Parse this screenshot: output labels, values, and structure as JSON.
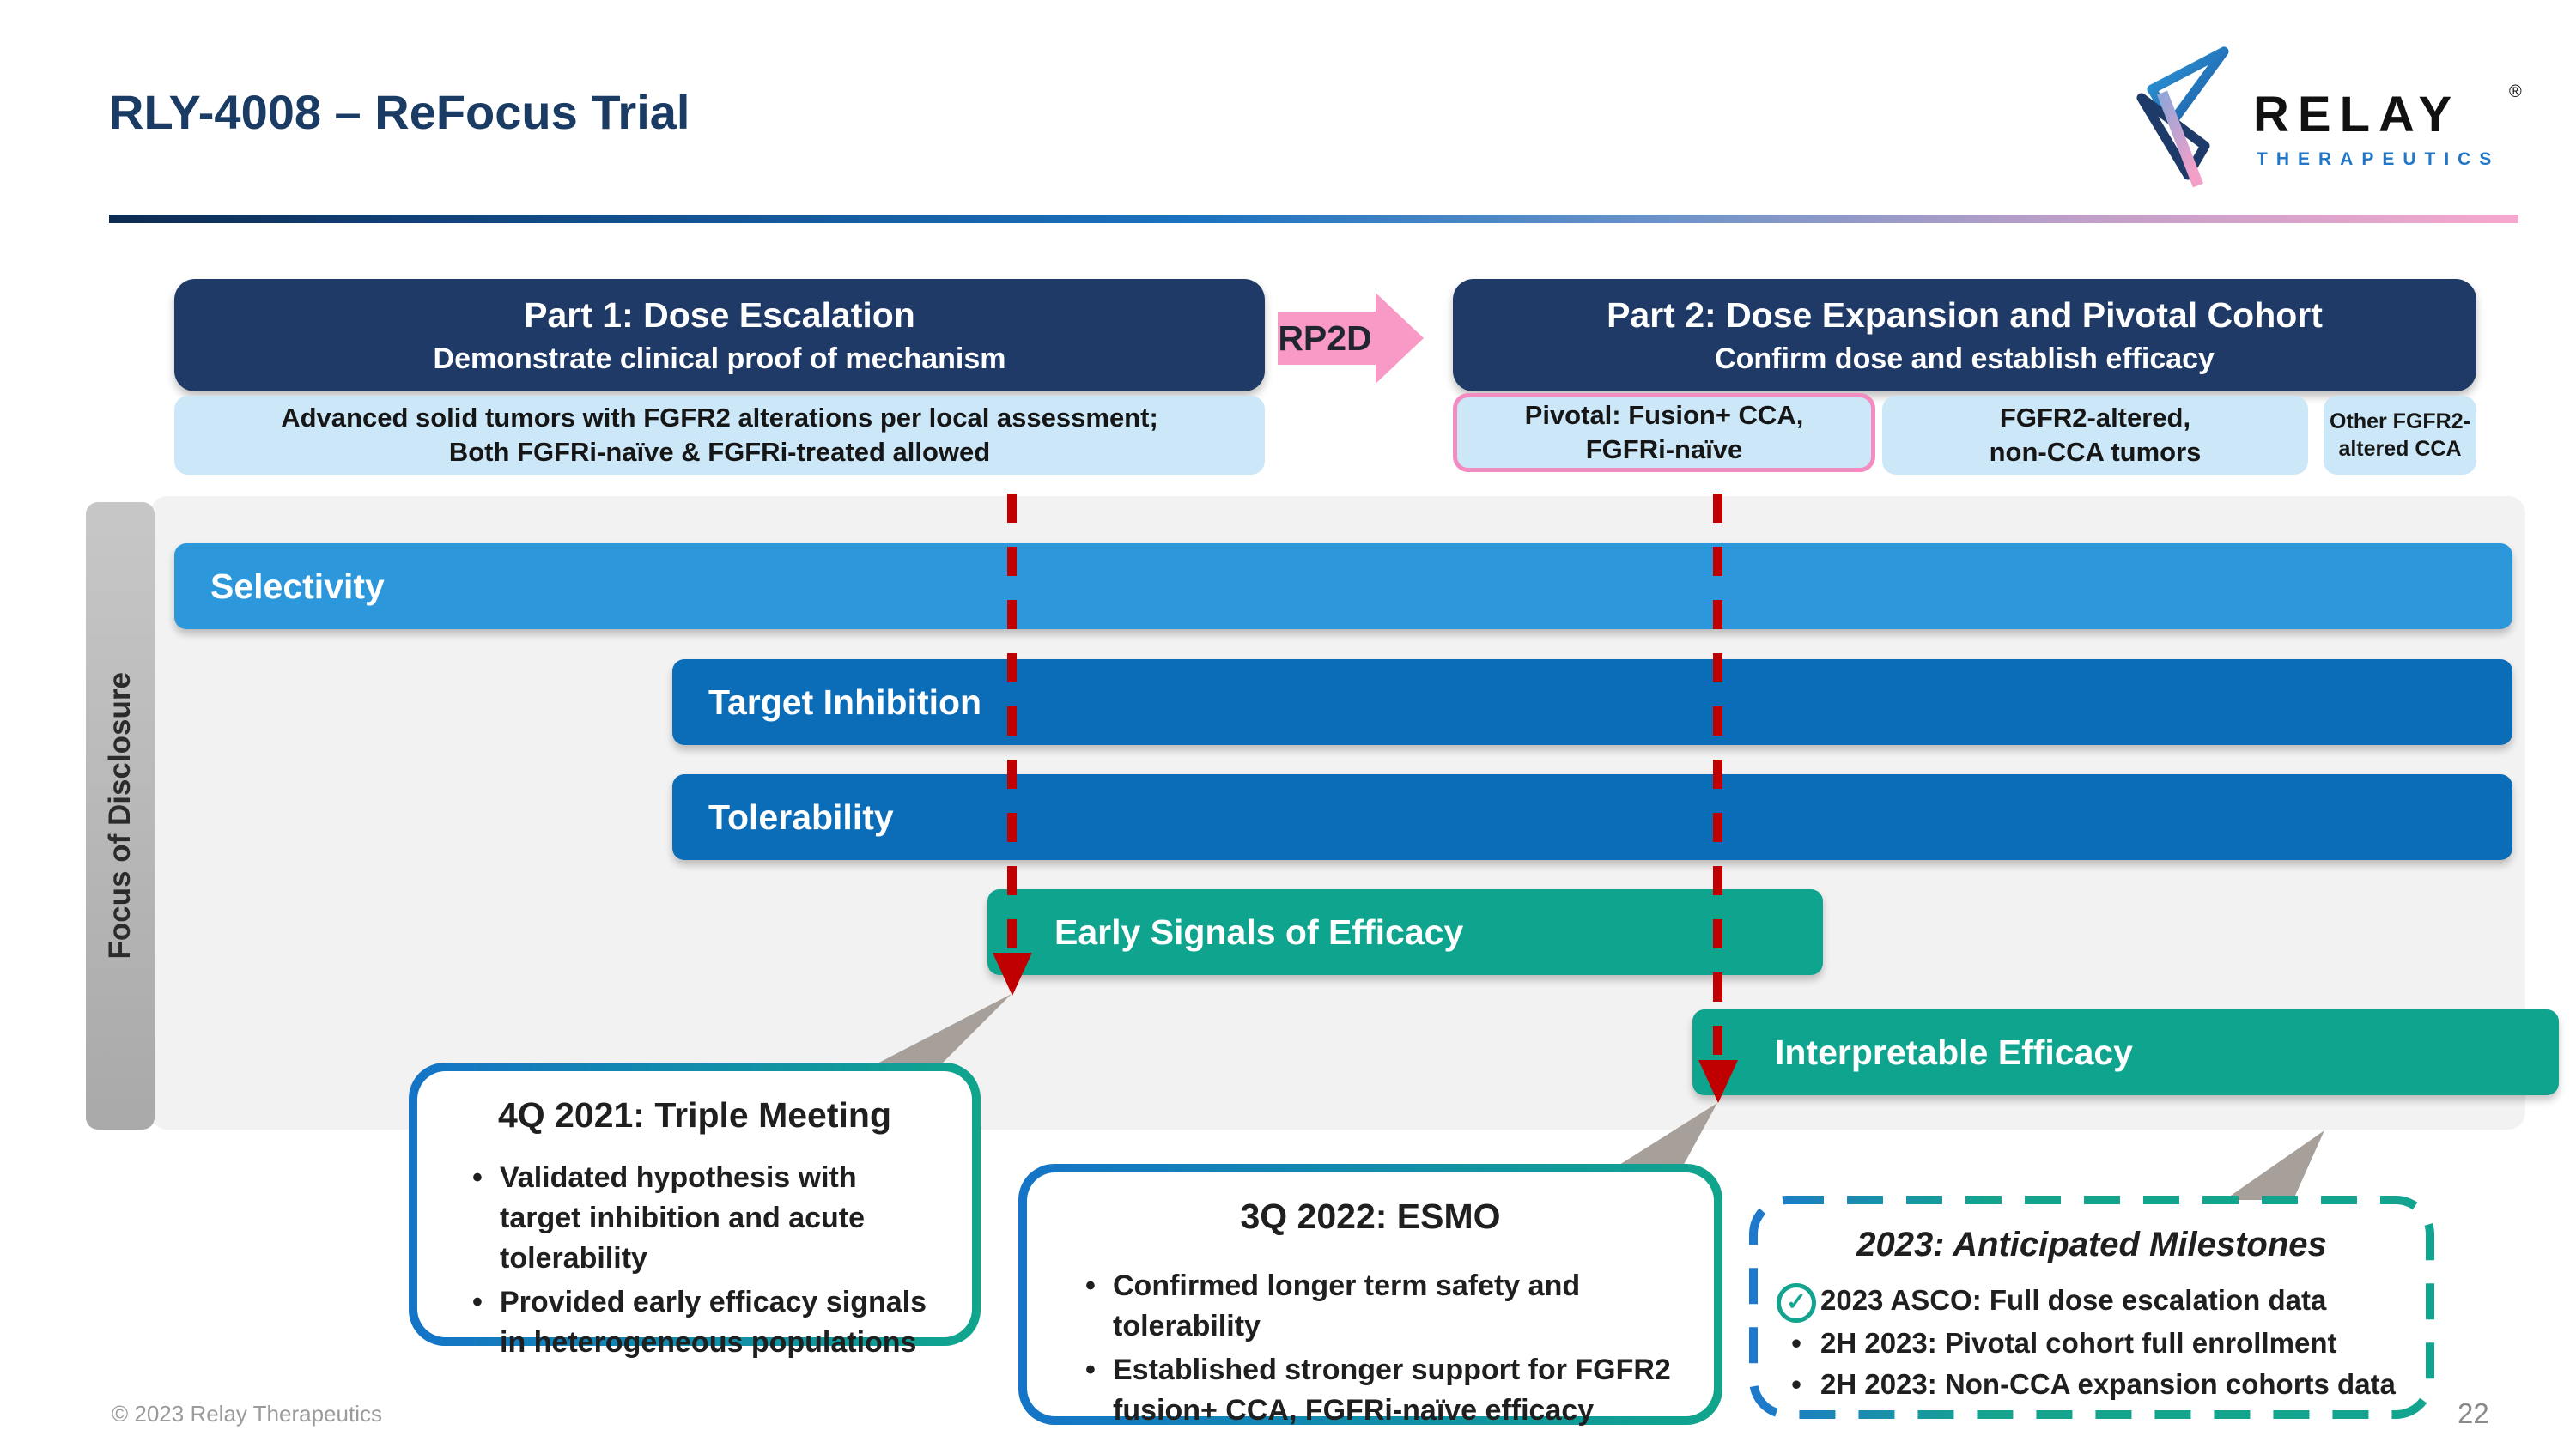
{
  "header": {
    "title": "RLY-4008 – ReFocus Trial"
  },
  "logo": {
    "brand": "RELAY",
    "reg": "®",
    "subbrand": "THERAPEUTICS"
  },
  "flow": {
    "part1": {
      "title": "Part 1: Dose Escalation",
      "subtitle": "Demonstrate clinical proof of mechanism",
      "population_line1": "Advanced solid tumors with FGFR2 alterations per local assessment;",
      "population_line2": "Both FGFRi-naïve & FGFRi-treated allowed"
    },
    "rp2d_label": "RP2D",
    "part2": {
      "title": "Part 2: Dose Expansion and Pivotal Cohort",
      "subtitle": "Confirm dose and establish efficacy",
      "cohort_pivotal_line1": "Pivotal: Fusion+ CCA,",
      "cohort_pivotal_line2": "FGFRi-naïve",
      "cohort_noncca_line1": "FGFR2-altered,",
      "cohort_noncca_line2": "non-CCA tumors",
      "cohort_other_line1": "Other FGFR2-",
      "cohort_other_line2": "altered CCA"
    }
  },
  "disclosure": {
    "axis_label": "Focus of Disclosure",
    "bars": [
      {
        "label": "Selectivity",
        "color": "#2D97DC"
      },
      {
        "label": "Target Inhibition",
        "color": "#0B6CB8"
      },
      {
        "label": "Tolerability",
        "color": "#0B6CB8"
      },
      {
        "label": "Early Signals of Efficacy",
        "color": "#0EA48D"
      },
      {
        "label": "Interpretable Efficacy",
        "color": "#0EA48D"
      }
    ]
  },
  "callouts": {
    "bullet_char": "•",
    "triple_meeting": {
      "title": "4Q 2021: Triple Meeting",
      "bullets": [
        "Validated hypothesis with target inhibition and acute tolerability",
        "Provided early efficacy signals in heterogeneous populations"
      ]
    },
    "esmo": {
      "title": "3Q 2022: ESMO",
      "bullets": [
        "Confirmed longer term safety and tolerability",
        "Established stronger support for FGFR2 fusion+ CCA, FGFRi-naïve efficacy"
      ]
    },
    "milestones": {
      "title": "2023: Anticipated Milestones",
      "check_icon": "✓",
      "items": [
        "2023 ASCO: Full dose escalation data",
        "2H 2023: Pivotal cohort full enrollment",
        "2H 2023: Non-CCA expansion cohorts data"
      ]
    }
  },
  "footer": {
    "copyright": "© 2023 Relay Therapeutics",
    "page_number": "22"
  },
  "colors": {
    "title_navy": "#1A3C64",
    "box_navy": "#1F3A66",
    "bar_blue_light": "#2D97DC",
    "bar_blue": "#0B6CB8",
    "bar_teal": "#0EA48D",
    "rp2d_pink": "#F999C6",
    "pivotal_border_pink": "#F28CC1",
    "population_light_blue": "#CBE7F8",
    "marker_red": "#C00000",
    "panel_gray": "#F2F2F2",
    "connector_gray": "#A7A09A"
  }
}
